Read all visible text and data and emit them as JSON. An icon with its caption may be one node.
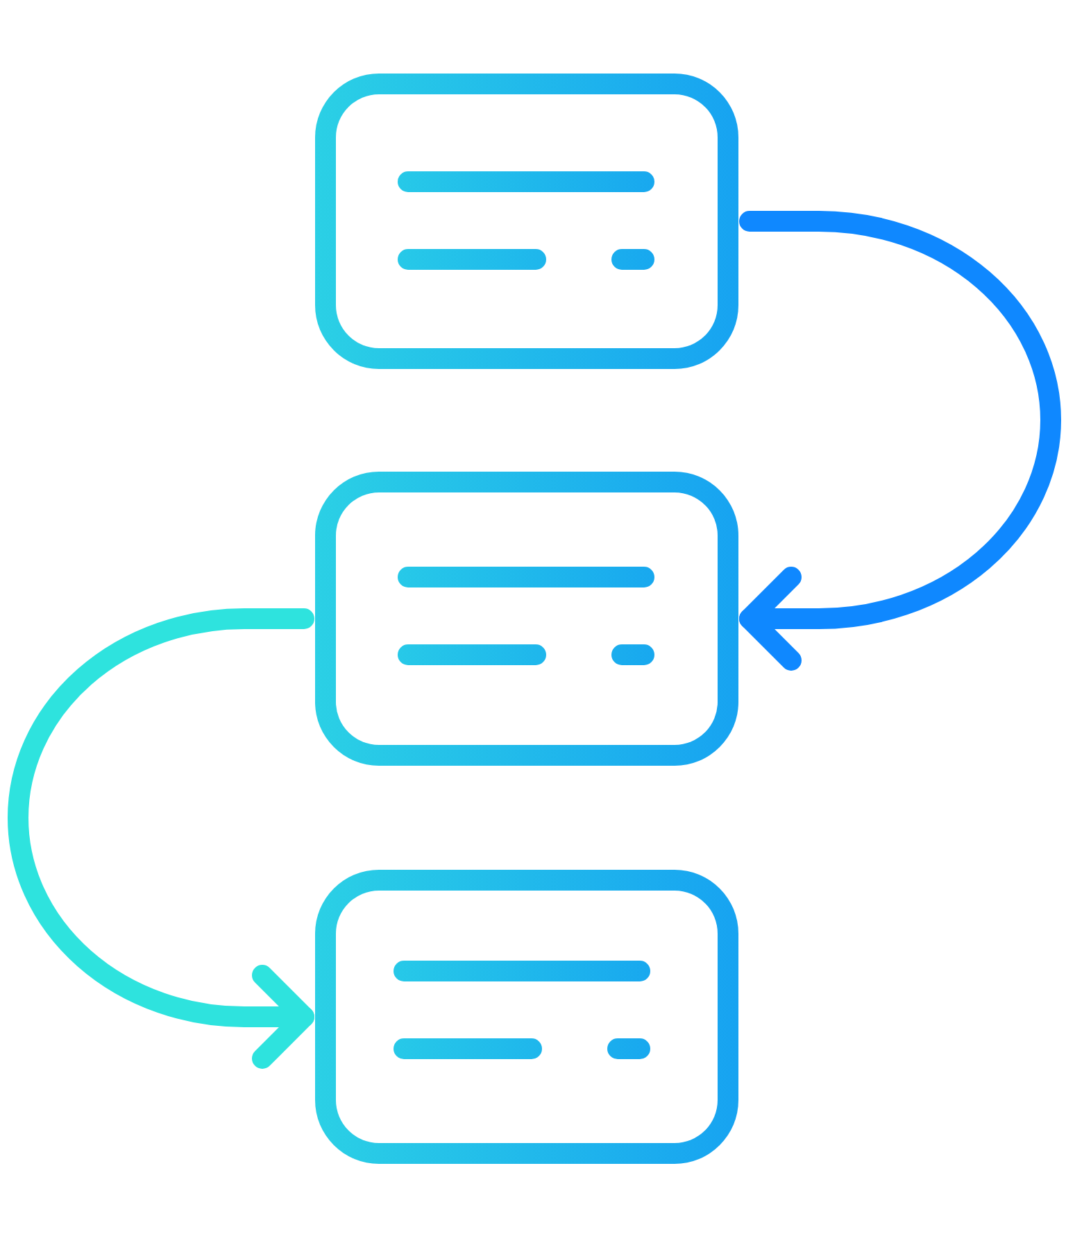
{
  "diagram": {
    "nodes": [
      {
        "text": [],
        "shape": "box"
      },
      {
        "text": [],
        "shape": "box"
      },
      {
        "text": [],
        "shape": "box"
      }
    ],
    "edges": [
      {
        "from": 0,
        "to": 1,
        "arrow": "to",
        "color": "#0f88ff"
      },
      {
        "from": 1,
        "to": 2,
        "arrow": "to",
        "color": "#2ee3de"
      }
    ]
  }
}
